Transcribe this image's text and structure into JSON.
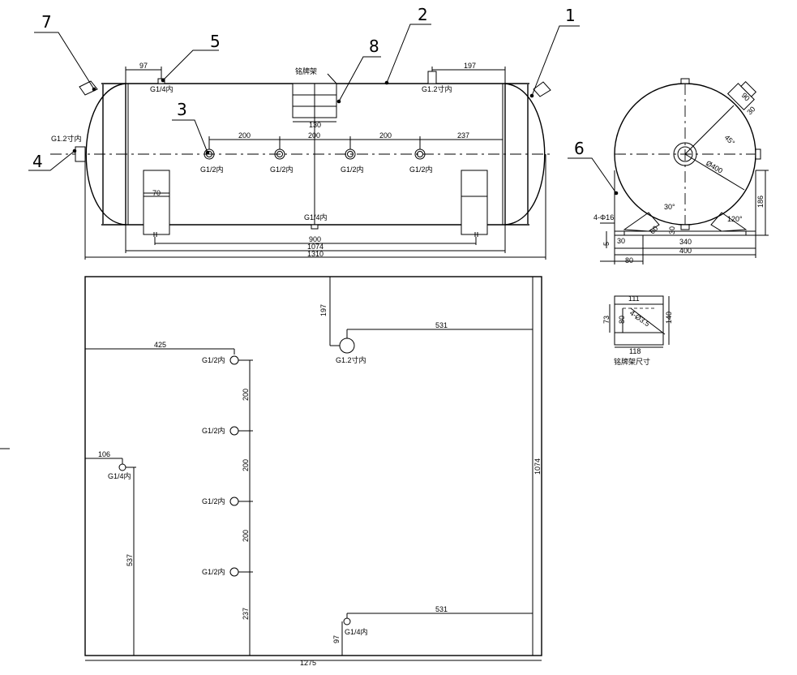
{
  "leaders": {
    "n1": "1",
    "n2": "2",
    "n3": "3",
    "n4": "4",
    "n5": "5",
    "n6": "6",
    "n7": "7",
    "n8": "8"
  },
  "front": {
    "d_97": "97",
    "d_197": "197",
    "lbl_top_left": "G1/4内",
    "lbl_top_right": "G1.2寸内",
    "lbl_left_end": "G1.2寸内",
    "nameplate": "铭牌架",
    "d_130": "130",
    "d_200a": "200",
    "d_200b": "200",
    "d_200c": "200",
    "d_237": "237",
    "p1": "G1/2内",
    "p2": "G1/2内",
    "p3": "G1/2内",
    "p4": "G1/2内",
    "d_70": "70",
    "lbl_bottom": "G1/4内",
    "d_900": "900",
    "d_1074": "1074",
    "d_1310": "1310"
  },
  "side": {
    "d_90": "90",
    "d_30s": "30",
    "a_45": "45°",
    "d_phi400": "Ø400",
    "a_30": "30°",
    "a_120": "120°",
    "d_186": "186",
    "holes": "4-Φ16",
    "d_5": "5",
    "d_30a": "30",
    "d_60": "60",
    "d_30b": "30",
    "d_340": "340",
    "d_80": "80",
    "d_400": "400"
  },
  "plate": {
    "d_111": "111",
    "d_73": "73",
    "d_80": "80",
    "holes": "4-Ø3.5",
    "d_140": "140",
    "d_118": "118",
    "caption": "铭牌架尺寸"
  },
  "plan": {
    "d_197": "197",
    "d_531a": "531",
    "big": "G1.2寸内",
    "d_425": "425",
    "p1": "G1/2内",
    "p2": "G1/2内",
    "p3": "G1/2内",
    "p4": "G1/2内",
    "d_200a": "200",
    "d_200b": "200",
    "d_200c": "200",
    "d_237": "237",
    "d_106": "106",
    "small_left": "G1/4内",
    "d_537": "537",
    "d_1074": "1074",
    "d_531b": "531",
    "small_bottom": "G1/4内",
    "d_97": "97",
    "d_1275": "1275"
  }
}
